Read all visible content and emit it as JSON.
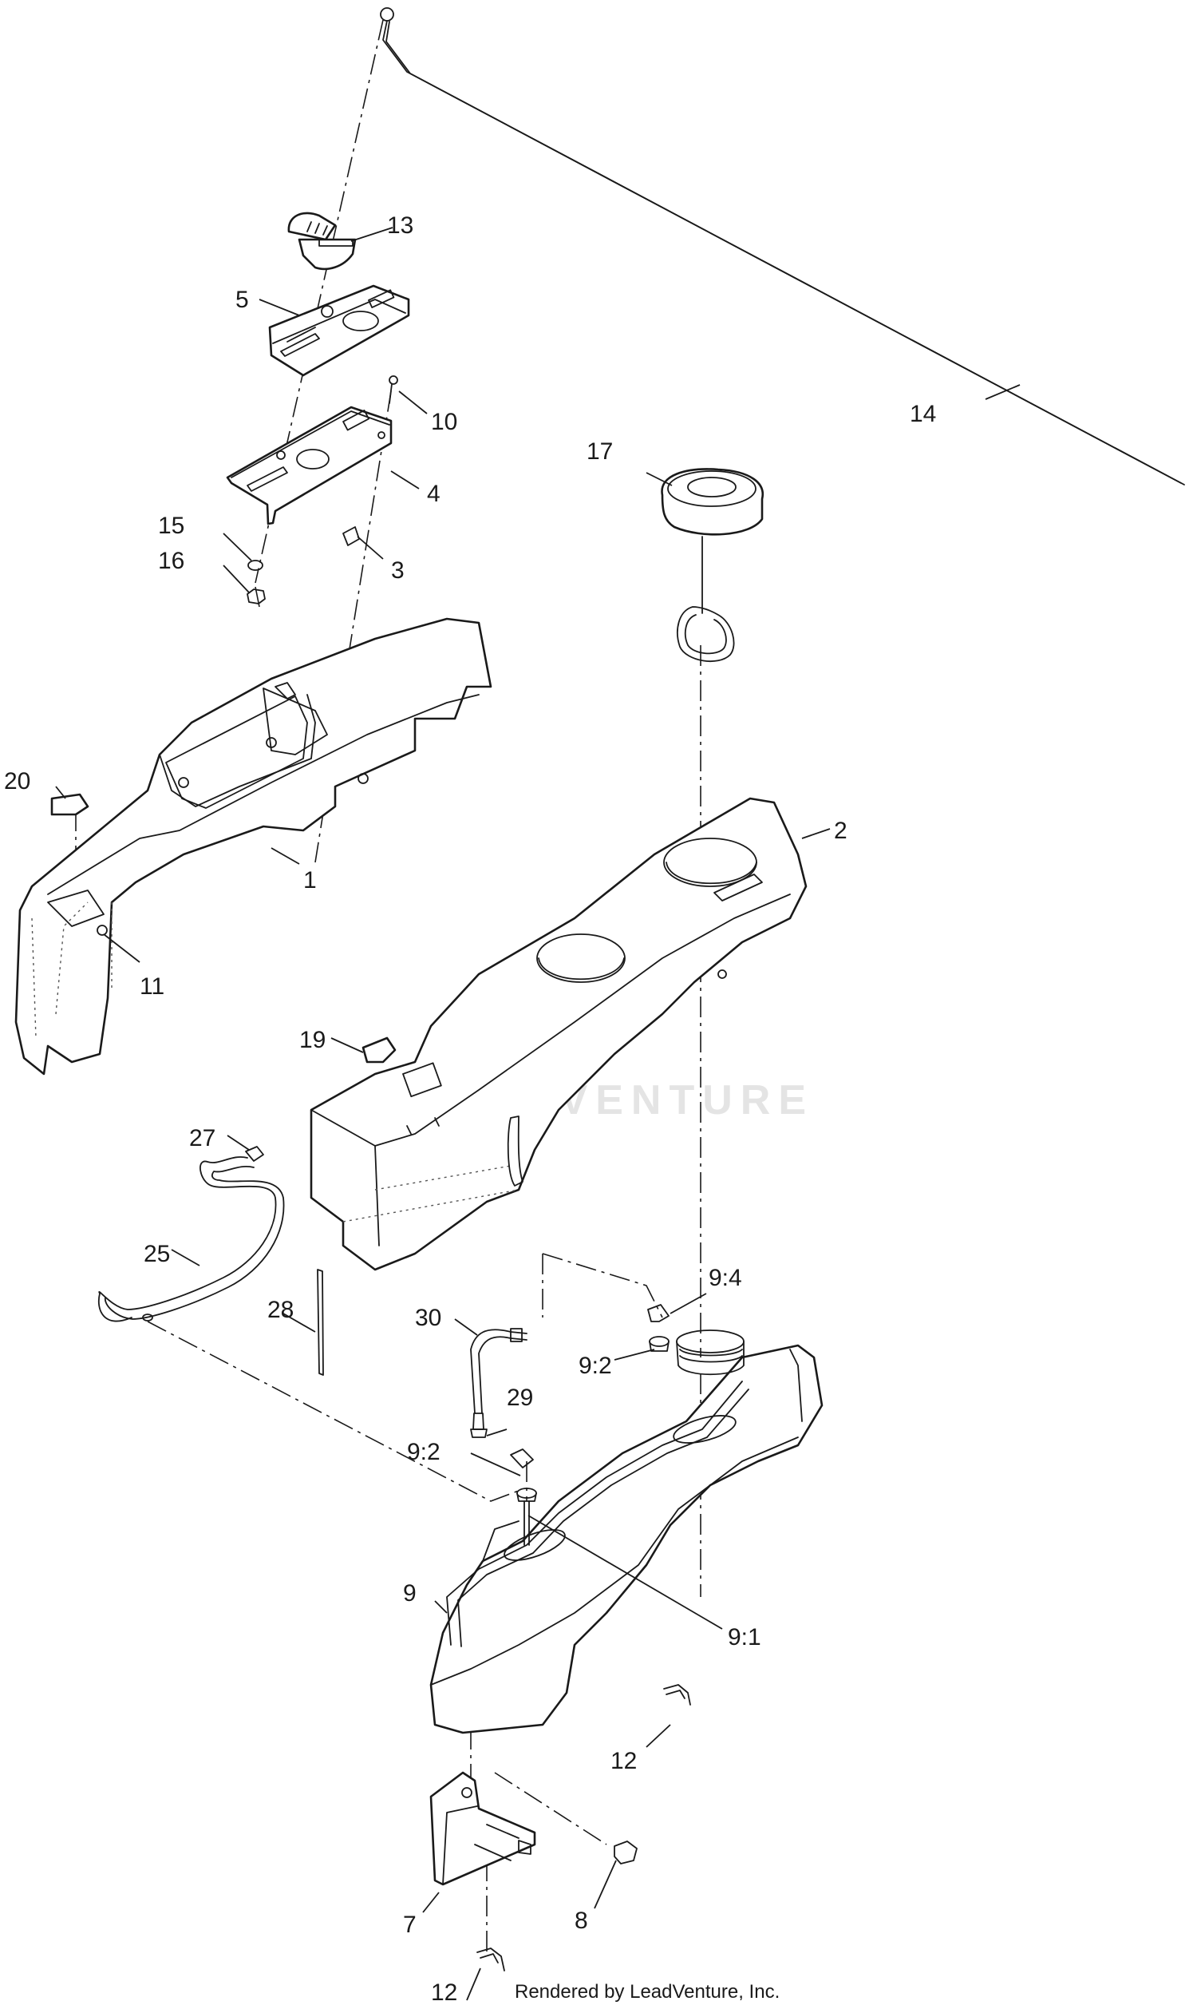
{
  "diagram": {
    "labels": {
      "l14": "14",
      "l13": "13",
      "l5": "5",
      "l10": "10",
      "l17": "17",
      "l4": "4",
      "l15": "15",
      "l16": "16",
      "l3": "3",
      "l20": "20",
      "l1": "1",
      "l2": "2",
      "l11": "11",
      "l19": "19",
      "l27": "27",
      "l25": "25",
      "l28": "28",
      "l30": "30",
      "l9_4": "9:4",
      "l9_2a": "9:2",
      "l29": "29",
      "l9_2b": "9:2",
      "l9": "9",
      "l9_1": "9:1",
      "l12a": "12",
      "l7": "7",
      "l8": "8",
      "l12b": "12"
    },
    "footer": "Rendered by LeadVenture, Inc.",
    "watermark": "LEADVENTURE"
  }
}
